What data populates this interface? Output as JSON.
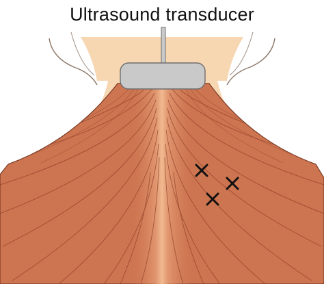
{
  "title": "Ultrasound transducer",
  "colors": {
    "skin": "#f7d6b2",
    "skin_outline": "#8a7465",
    "muscle": "#cd7450",
    "muscle_light": "#e9a57c",
    "muscle_line": "#8b3f28",
    "probe": "#c9c9c9",
    "probe_outline": "#6f6f6f",
    "cable": "#c9c9c9",
    "marker": "#111111"
  },
  "markers": {
    "count": 3,
    "symbol": "x-mark"
  }
}
